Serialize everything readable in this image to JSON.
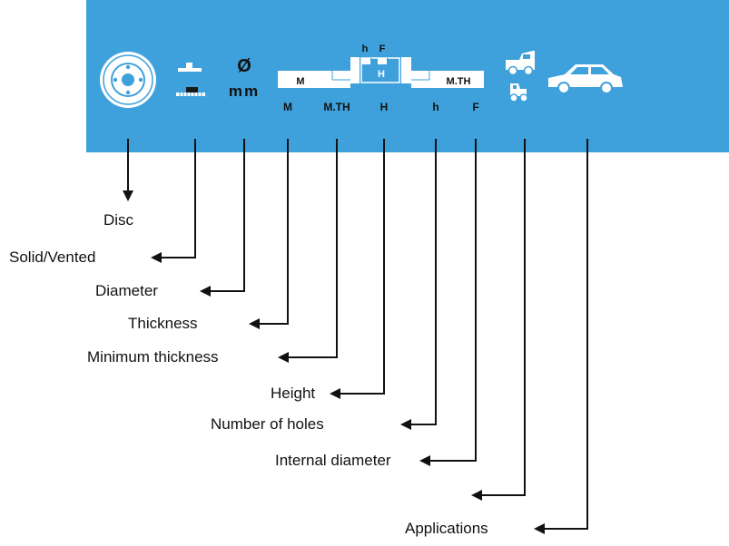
{
  "colors": {
    "band": "#3ea1dc",
    "ink": "#111111",
    "icon": "#ffffff"
  },
  "header": {
    "diameter_symbol": "Ø",
    "mm": "mm",
    "profile_h": "h",
    "profile_f": "F",
    "profile_m": "M",
    "profile_hh": "H",
    "profile_mth": "M.TH",
    "col_m": "M",
    "col_mth": "M.TH",
    "col_h": "H",
    "col_hsmall": "h",
    "col_f": "F"
  },
  "icons": [
    "disc-icon",
    "solid-vented-icon",
    "van-icon",
    "pickup-icon",
    "car-icon"
  ],
  "labels": {
    "disc": "Disc",
    "solid_vented": "Solid/Vented",
    "diameter": "Diameter",
    "thickness": "Thickness",
    "min_thickness": "Minimum thickness",
    "height": "Height",
    "holes": "Number of holes",
    "internal_diameter": "Internal diameter",
    "applications": "Applications"
  }
}
